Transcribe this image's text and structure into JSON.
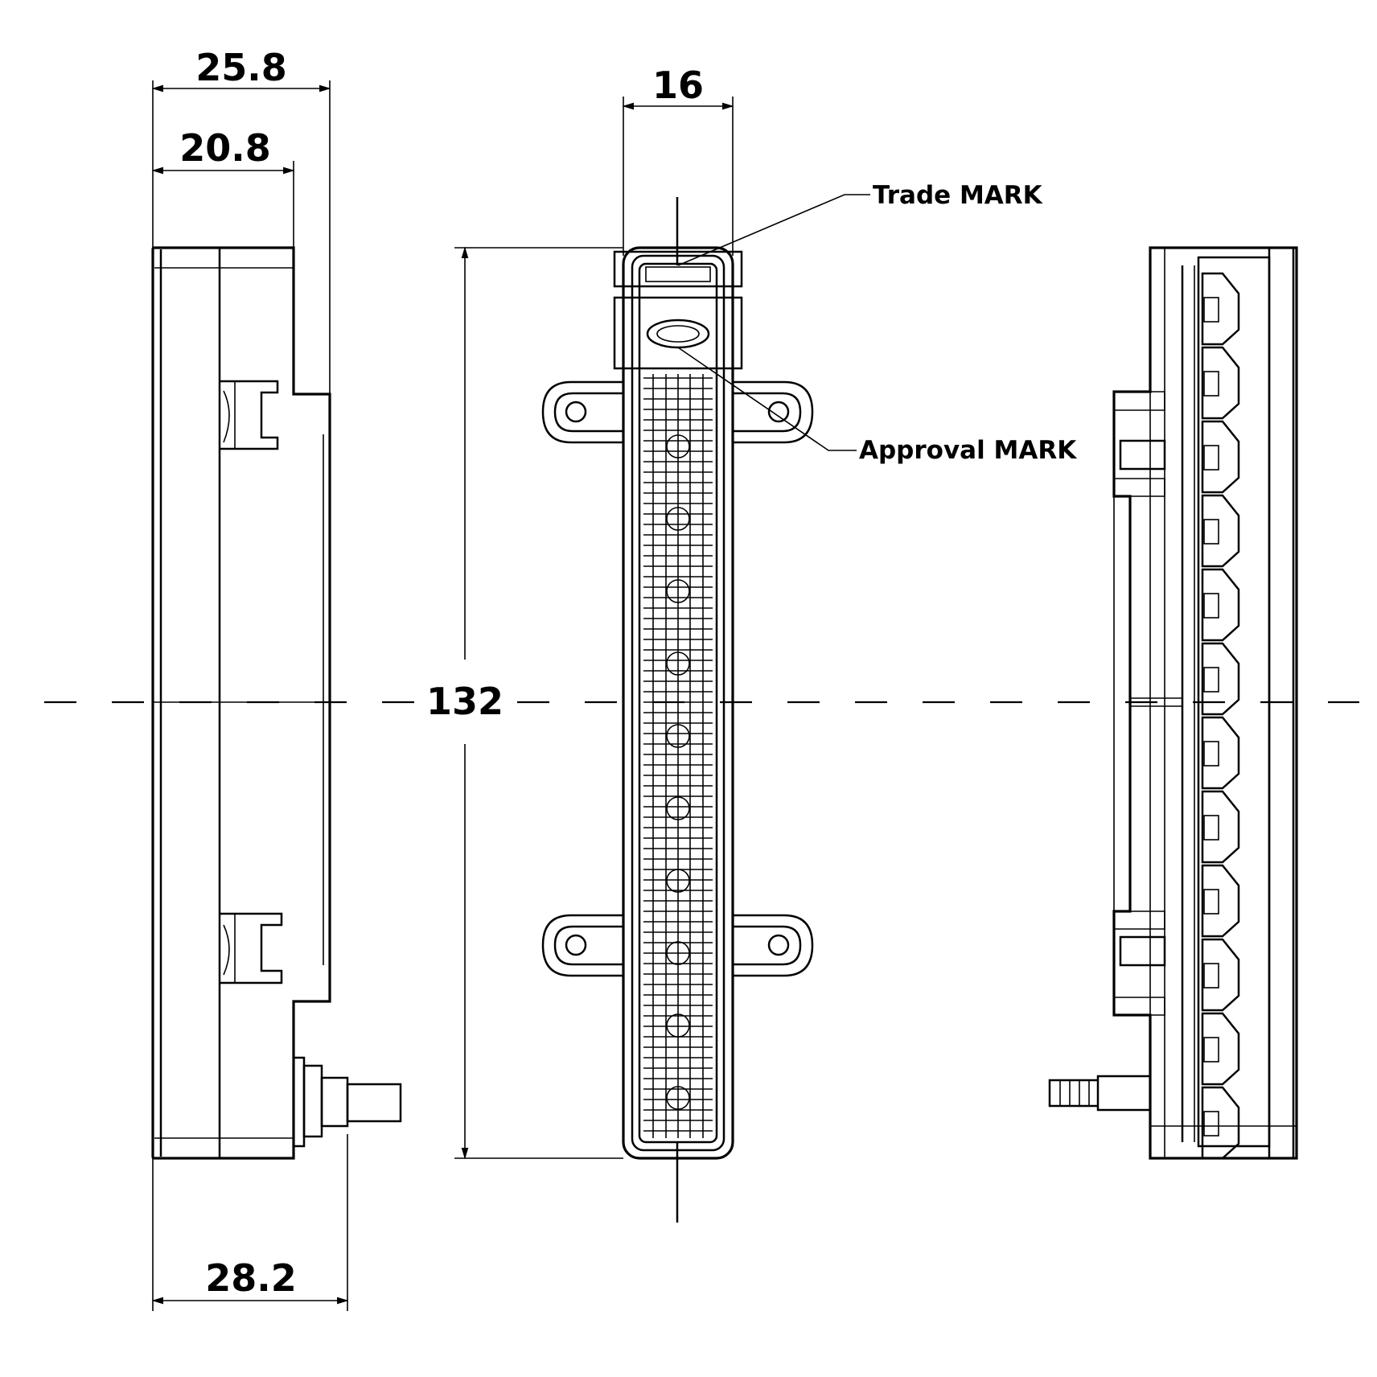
{
  "dimensions": {
    "overall_depth": "25.8",
    "body_depth": "20.8",
    "width": "16",
    "length": "132",
    "depth_with_connector": "28.2"
  },
  "callouts": {
    "trade_mark": "Trade MARK",
    "approval_mark": "Approval MARK"
  },
  "colors": {
    "line": "#000000",
    "background": "#ffffff"
  }
}
